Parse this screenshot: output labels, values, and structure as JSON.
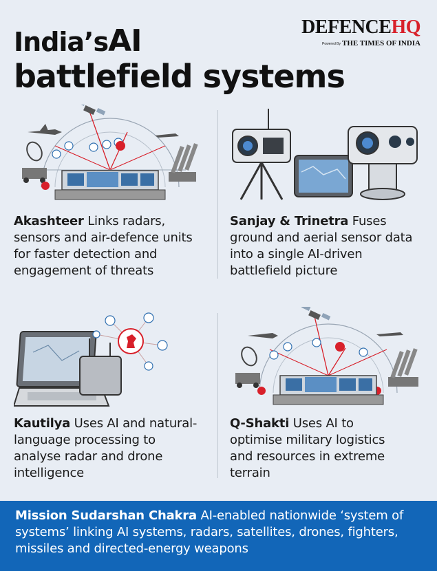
{
  "header": {
    "title_prefix": "India’s",
    "title_ai": "AI",
    "title_line2": "battlefield systems"
  },
  "brand": {
    "logo_main": "DEFENCE",
    "logo_accent": "HQ",
    "powered_by": "Powered By",
    "publisher": "THE TIMES OF INDIA"
  },
  "systems": [
    {
      "name": "Akashteer",
      "description": "Links radars, sensors and air-defence units for faster detection and engagement of threats"
    },
    {
      "name": "Sanjay & Trinetra",
      "description": "Fuses ground and aerial sensor data into a single AI-driven battlefield picture"
    },
    {
      "name": "Kautilya",
      "description": "Uses AI and natural-language processing to analyse radar and drone intelligence"
    },
    {
      "name": "Q-Shakti",
      "description": "Uses AI to optimise military logistics and resources in extreme terrain"
    }
  ],
  "footer": {
    "name": "Mission Sudarshan Chakra",
    "description": "AI-enabled nationwide ‘system of systems’ linking AI systems, radars, satellites, drones, fighters, missiles and directed-energy weapons"
  },
  "colors": {
    "background": "#e8edf4",
    "accent_red": "#d8202a",
    "footer_blue": "#1266b8",
    "icon_blue": "#2f6fb0"
  }
}
